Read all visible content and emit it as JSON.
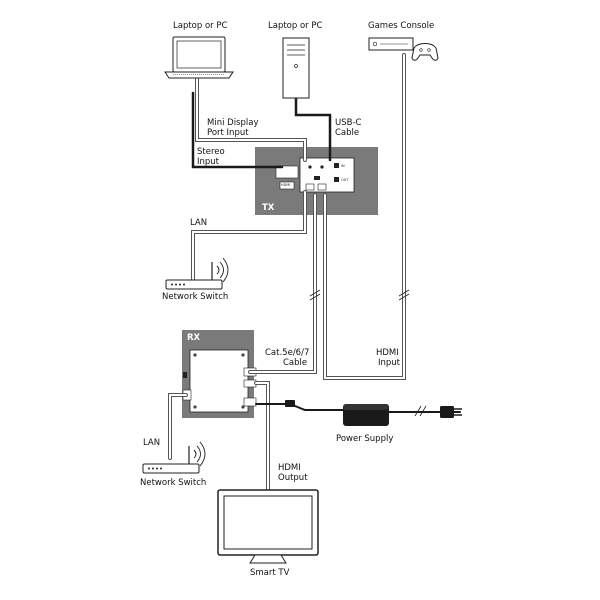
{
  "labels": {
    "laptop_left": "Laptop or PC",
    "laptop_tower": "Laptop or PC",
    "games_console": "Games Console",
    "mini_display_line1": "Mini Display",
    "mini_display_line2": "Port Input",
    "usbc_line1": "USB-C",
    "usbc_line2": "Cable",
    "stereo_line1": "Stereo",
    "stereo_line2": "Input",
    "tx": "TX",
    "rx": "RX",
    "lan_top": "LAN",
    "network_switch_top": "Network Switch",
    "cat_line1": "Cat.5e/6/7",
    "cat_line2": "Cable",
    "hdmi_input_line1": "HDMI",
    "hdmi_input_line2": "Input",
    "lan_bottom": "LAN",
    "network_switch_bottom": "Network Switch",
    "power_supply": "Power Supply",
    "hdmi_output_line1": "HDMI",
    "hdmi_output_line2": "Output",
    "smart_tv": "Smart TV",
    "tx_port_hdmi": "HDMI",
    "tx_port_a": "IN",
    "tx_port_b": "OUT"
  },
  "colors": {
    "device_box": "#7a7a7a",
    "cable": "#555555",
    "cable_dark": "#1a1a1a",
    "line": "#222222"
  }
}
